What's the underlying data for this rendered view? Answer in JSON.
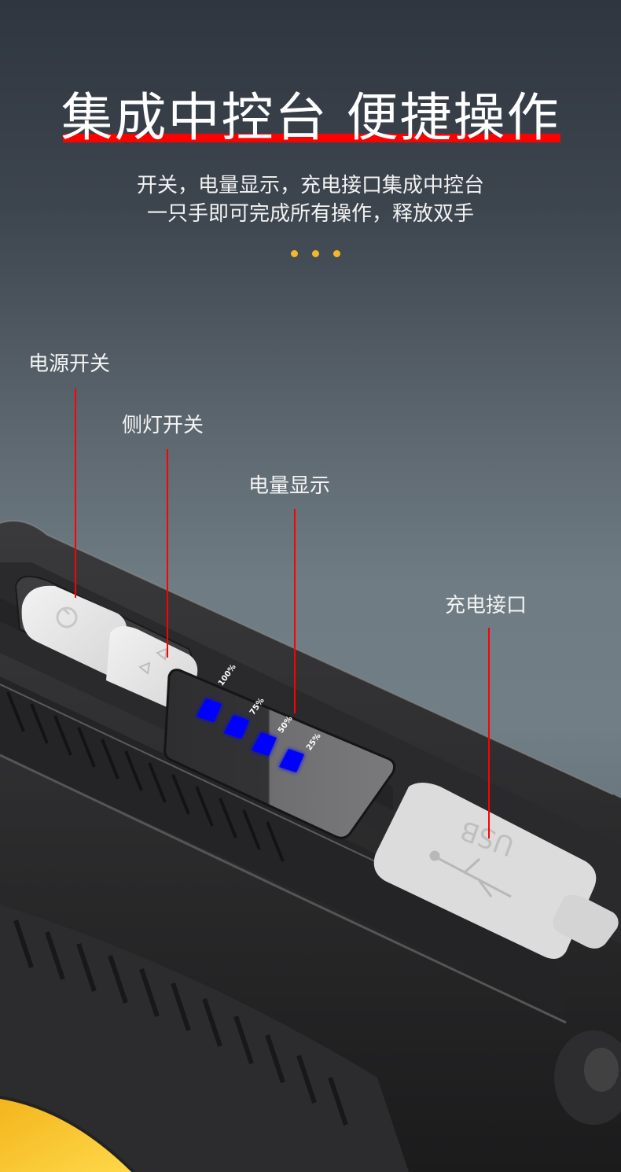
{
  "header": {
    "title": "集成中控台 便捷操作",
    "subtitle_line1": "开关，电量显示，充电接口集成中控台",
    "subtitle_line2": "一只手即可完成所有操作，释放双手",
    "accent_color": "#ff0000",
    "dot_color": "#f5b72a"
  },
  "callouts": {
    "power_switch": "电源开关",
    "side_light_switch": "侧灯开关",
    "battery_display": "电量显示",
    "charging_port": "充电接口"
  },
  "battery_indicator": {
    "levels": [
      "100%",
      "75%",
      "50%",
      "25%"
    ],
    "led_color": "#0000ff"
  },
  "usb_cover": {
    "label": "USB"
  }
}
